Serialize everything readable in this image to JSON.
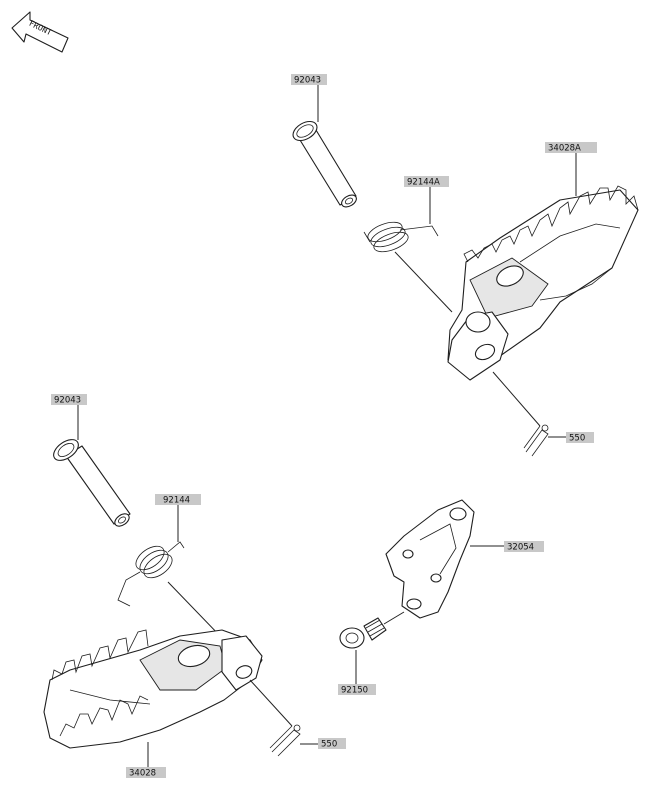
{
  "front_indicator": "FRONT",
  "parts": {
    "pin_upper": "92043",
    "spring_upper": "92144A",
    "footpeg_upper": "34028A",
    "cotter_pin_upper": "550",
    "pin_lower": "92043",
    "spring_lower": "92144",
    "bracket": "32054",
    "bolt": "92150",
    "cotter_pin_lower": "550",
    "footpeg_lower": "34028"
  }
}
